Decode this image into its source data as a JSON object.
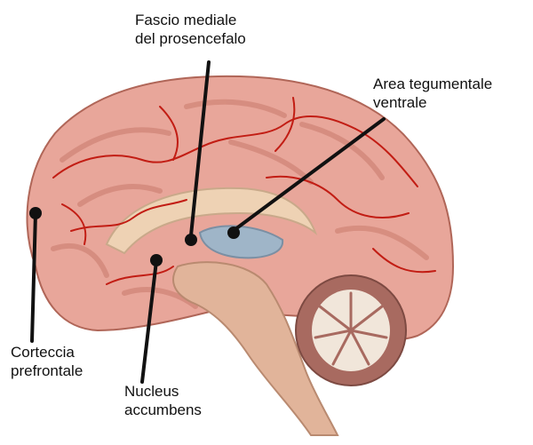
{
  "labels": {
    "fascio": [
      "Fascio mediale",
      "del prosencefalo"
    ],
    "area": [
      "Area tegumentale",
      "ventrale"
    ],
    "corteccia": [
      "Corteccia",
      "prefrontale"
    ],
    "nucleus": [
      "Nucleus",
      "accumbens"
    ]
  },
  "colors": {
    "background": "#ffffff",
    "cortex": "#e8a69a",
    "gyrus_shadow": "#c97a6c",
    "vessel": "#c21d14",
    "corpus_callosum": "#eed2b4",
    "ventricle": "#9fb5c8",
    "brainstem": "#e1b49a",
    "cerebellum": "#a86a60",
    "cerebellum_white": "#f1e6da",
    "pointer": "#111111"
  }
}
